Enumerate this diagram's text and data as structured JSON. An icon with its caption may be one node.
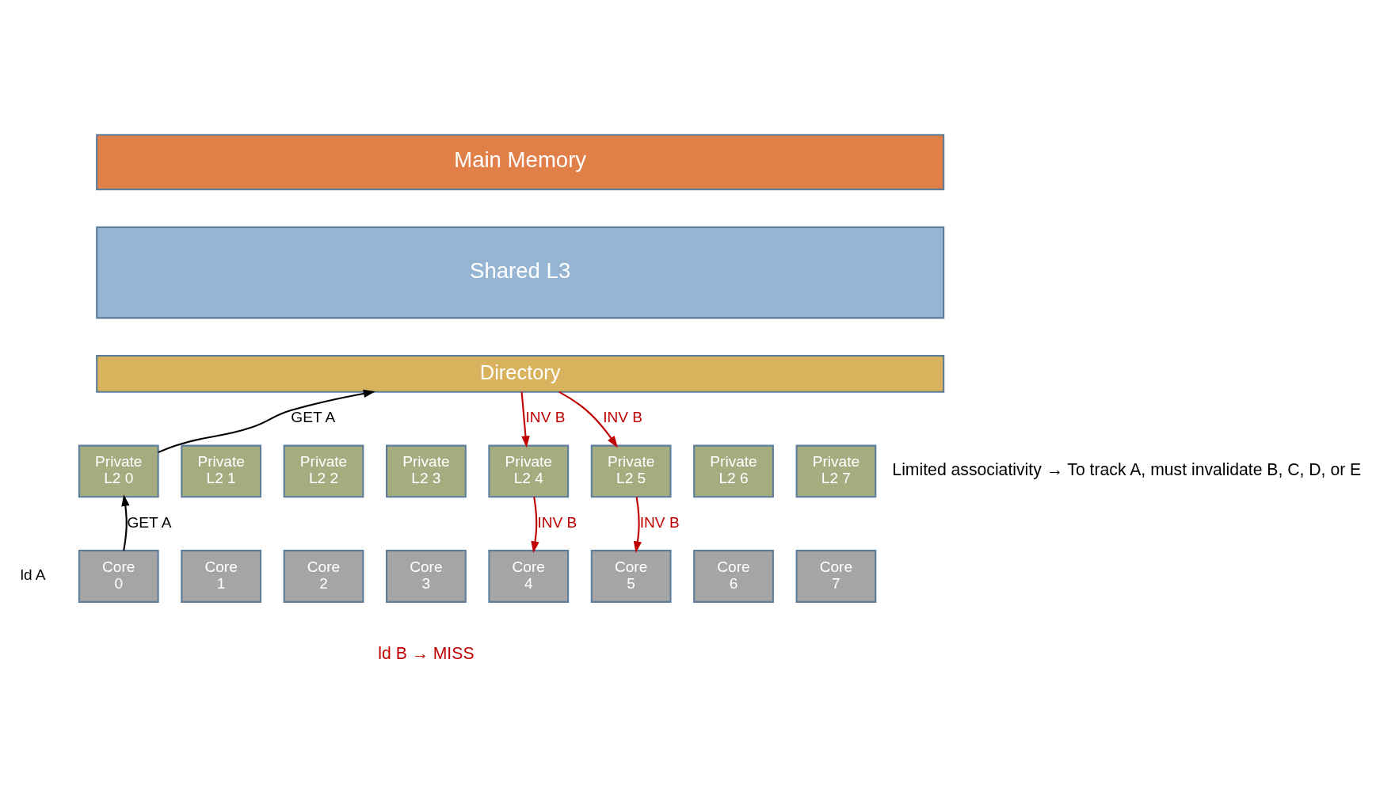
{
  "diagram": {
    "nodes": [
      {
        "text": [
          "Main Memory"
        ]
      },
      {
        "text": [
          "Shared L3"
        ]
      },
      {
        "text": [
          "Directory"
        ]
      },
      {
        "text": [
          "Private L2 0"
        ]
      },
      {
        "text": [
          "Private L2 1"
        ]
      },
      {
        "text": [
          "Private L2 2"
        ]
      },
      {
        "text": [
          "Private L2 3"
        ]
      },
      {
        "text": [
          "Private L2 4"
        ]
      },
      {
        "text": [
          "Private L2 5"
        ]
      },
      {
        "text": [
          "Private L2 6"
        ]
      },
      {
        "text": [
          "Private L2 7"
        ]
      },
      {
        "text": [
          "Core 0"
        ],
        "beside": [
          "ld A"
        ]
      },
      {
        "text": [
          "Core 1"
        ]
      },
      {
        "text": [
          "Core 2"
        ]
      },
      {
        "text": [
          "Core 3"
        ]
      },
      {
        "text": [
          "Core 4"
        ]
      },
      {
        "text": [
          "Core 5"
        ]
      },
      {
        "text": [
          "Core 6"
        ]
      },
      {
        "text": [
          "Core 7"
        ]
      }
    ],
    "edges": [
      {
        "from": 11,
        "to": 3,
        "arrow": "to",
        "label": "GET A",
        "color": "#000000"
      },
      {
        "from": 3,
        "to": 2,
        "arrow": "to",
        "label": "GET A",
        "color": "#000000"
      },
      {
        "from": 2,
        "to": 7,
        "arrow": "to",
        "label": "INV B"
      },
      {
        "from": 2,
        "to": 8,
        "arrow": "to",
        "label": "INV B"
      },
      {
        "from": 7,
        "to": 15,
        "arrow": "to",
        "label": "INV B"
      },
      {
        "from": 8,
        "to": 16,
        "arrow": "to",
        "label": "INV B"
      }
    ],
    "labels": [
      "Limited associativity → To track A, must invalidate B, C, D, or E",
      "ld B → MISS"
    ]
  }
}
